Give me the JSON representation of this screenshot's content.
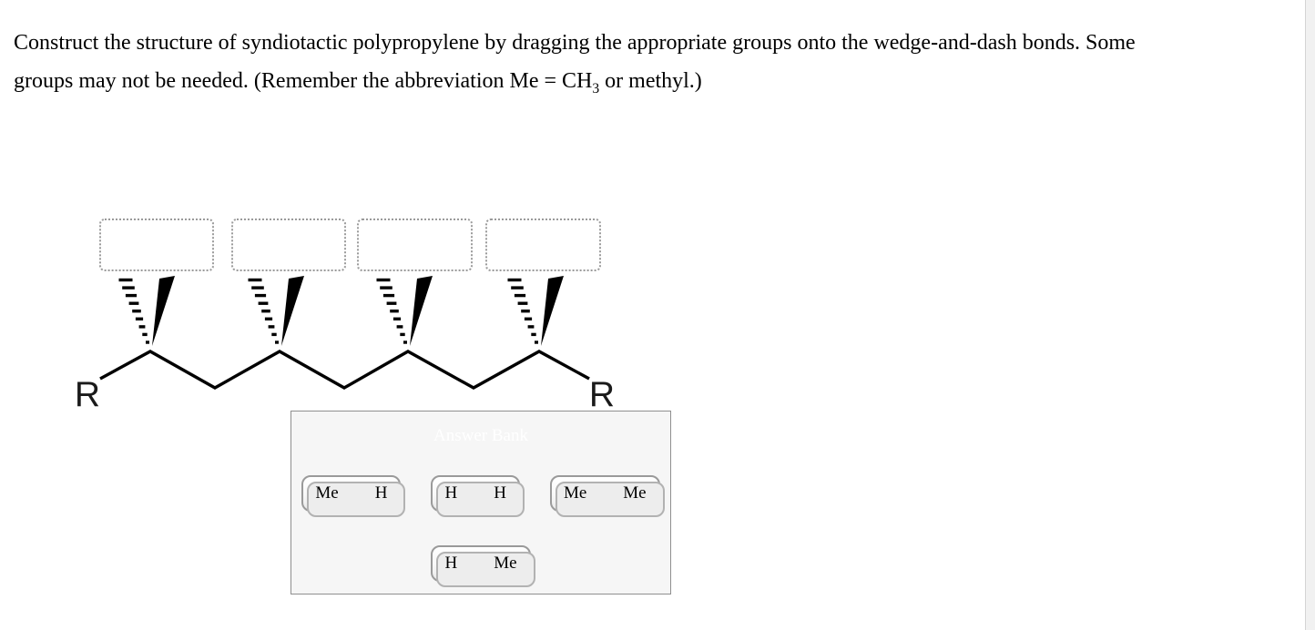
{
  "problem": {
    "line1": "Construct the structure of syndiotactic polypropylene by dragging the appropriate groups onto the wedge-and-dash bonds. Some",
    "line2_before_sub": "groups may not be needed. (Remember the abbreviation Me = CH",
    "line2_sub": "3",
    "line2_after_sub": " or methyl.)"
  },
  "molecule": {
    "left_end_label": "R",
    "right_end_label": "R",
    "stereocenter_count": 4,
    "drop_zones": [
      {
        "index": 1,
        "value": ""
      },
      {
        "index": 2,
        "value": ""
      },
      {
        "index": 3,
        "value": ""
      },
      {
        "index": 4,
        "value": ""
      }
    ]
  },
  "answer_bank": {
    "title": "Answer Bank",
    "header_color": "#566178",
    "chips": [
      {
        "label_left": "Me",
        "label_right": "H"
      },
      {
        "label_left": "H",
        "label_right": "H"
      },
      {
        "label_left": "Me",
        "label_right": "Me"
      },
      {
        "label_left": "H",
        "label_right": "Me"
      }
    ]
  }
}
